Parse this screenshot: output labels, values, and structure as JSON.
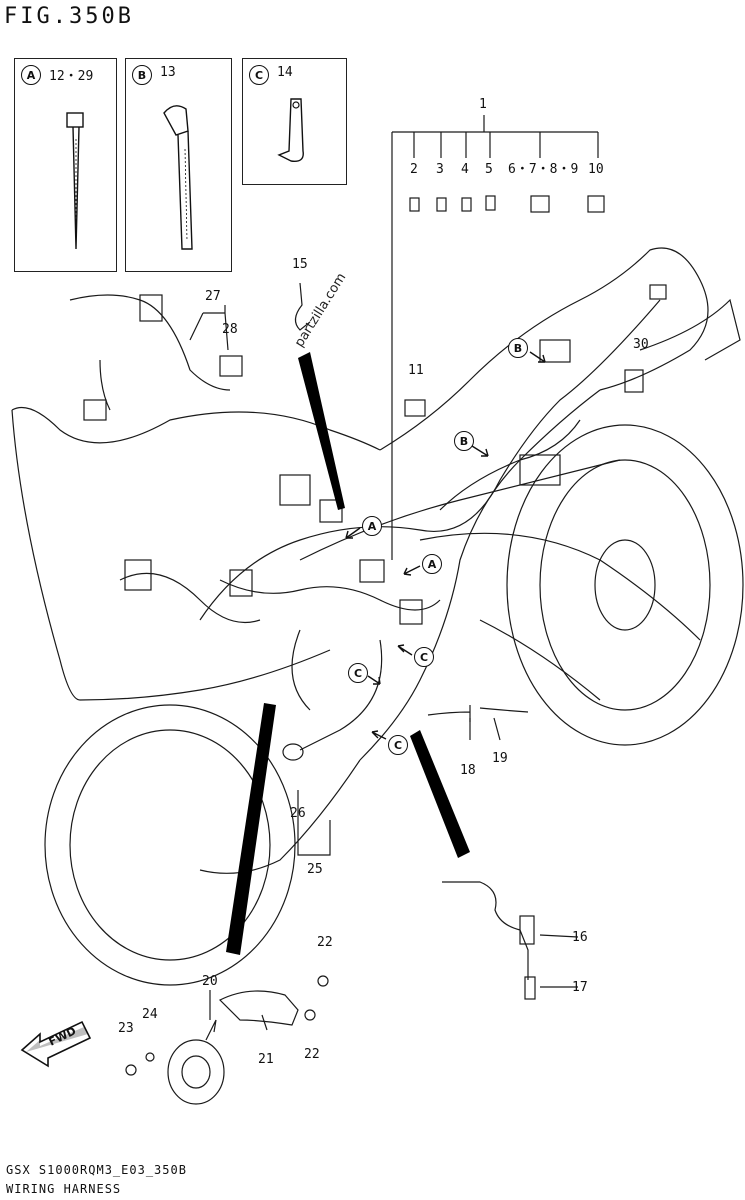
{
  "figure": {
    "title": "FIG.350B"
  },
  "insets": [
    {
      "badge": "A",
      "numbers": "12・29"
    },
    {
      "badge": "B",
      "numbers": "13"
    },
    {
      "badge": "C",
      "numbers": "14"
    }
  ],
  "callouts": {
    "c1": "1",
    "c2": "2",
    "c3": "3",
    "c4": "4",
    "c5": "5",
    "c6789": "6・7・8・9",
    "c10": "10",
    "c11": "11",
    "c15": "15",
    "c16": "16",
    "c17": "17",
    "c18": "18",
    "c19": "19",
    "c20": "20",
    "c21": "21",
    "c22a": "22",
    "c22b": "22",
    "c23": "23",
    "c24": "24",
    "c25": "25",
    "c26": "26",
    "c27": "27",
    "c28": "28",
    "c30": "30"
  },
  "bubbles": {
    "a1": "A",
    "a2": "A",
    "b1": "B",
    "b2": "B",
    "c1": "C",
    "c2": "C",
    "c3": "C"
  },
  "watermark": "partzilla.com",
  "fwd_label": "FWD",
  "footer": {
    "code": "GSX S1000RQM3_E03_350B",
    "name": "WIRING HARNESS"
  },
  "colors": {
    "line": "#1a1a1a",
    "frame": "#222222",
    "fill_dark": "#000000"
  }
}
